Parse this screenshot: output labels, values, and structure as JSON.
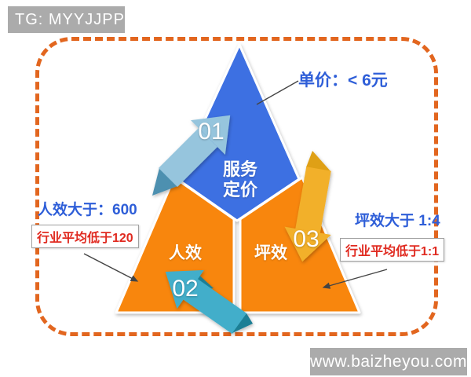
{
  "banners": {
    "top_left": "TG: MYYJJPP",
    "bottom_right": "www.baizheyou.com"
  },
  "pyramid": {
    "top_label_line1": "服务",
    "top_label_line2": "定价",
    "left_label": "人效",
    "right_label": "坪效"
  },
  "steps": {
    "one": "01",
    "two": "02",
    "three": "03"
  },
  "callouts": {
    "price": "单价：< 6元",
    "left_value": "人效大于：600",
    "left_industry": "行业平均低于120",
    "right_value": "坪效大于 1:4",
    "right_industry": "行业平均低于1:1"
  },
  "colors": {
    "blue_section": "#3d6fe2",
    "orange_section": "#f8860e",
    "arrow_01": "#96c5dd",
    "arrow_01_fold": "#4d90b0",
    "arrow_02": "#43aeca",
    "arrow_02_fold": "#1f7f95",
    "arrow_03": "#f2b02b",
    "arrow_03_fold": "#dfa016",
    "callout_blue": "#2e5ed8",
    "callout_red": "#e02a20",
    "dash_border": "#e2661f",
    "banner_gray": "#ababab"
  }
}
